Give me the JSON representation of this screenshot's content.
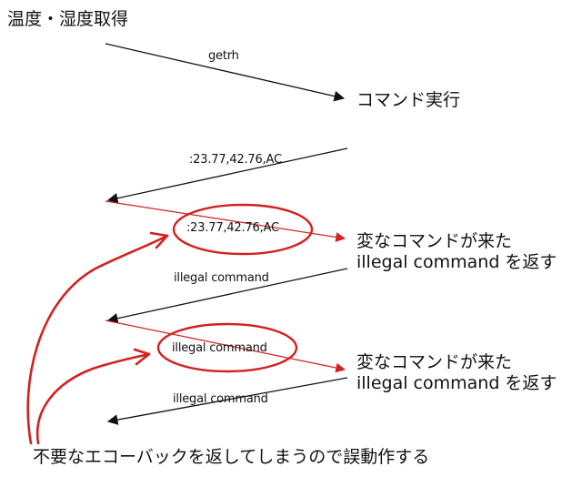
{
  "title": "温度・湿度取得",
  "messages": {
    "getrh": "getrh",
    "response": ":23.77,42.76,AC",
    "echo_response": ":23.77,42.76,AC",
    "illegal_1": "illegal command",
    "echo_illegal": "illegal command",
    "illegal_2": "illegal command"
  },
  "right_labels": {
    "execute": "コマンド実行",
    "strange_1_line1": "変なコマンドが来た",
    "strange_1_line2": "illegal command を返す",
    "strange_2_line1": "変なコマンドが来た",
    "strange_2_line2": "illegal command を返す"
  },
  "footer_note": "不要なエコーバックを返してしまうので誤動作する",
  "colors": {
    "ink": "#111111",
    "annotation": "#d42020"
  }
}
